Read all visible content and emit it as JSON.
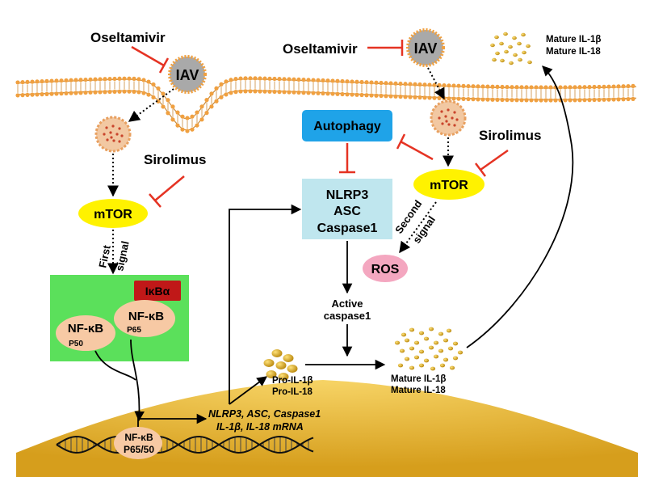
{
  "labels": {
    "oseltamivir_left": "Oseltamivir",
    "oseltamivir_right": "Oseltamivir",
    "iav_left": "IAV",
    "iav_right": "IAV",
    "sirolimus_left": "Sirolimus",
    "sirolimus_right": "Sirolimus",
    "mtor_left": "mTOR",
    "mtor_right": "mTOR",
    "first_signal_1": "First",
    "first_signal_2": "signal",
    "second_signal_1": "Second",
    "second_signal_2": "signal",
    "ikba": "IκBα",
    "nfkb_p50": "NF-κB",
    "p50": "P50",
    "nfkb_p65": "NF-κB",
    "p65": "P65",
    "nfkb_nuc": "NF-κB",
    "p65_50": "P65/50",
    "autophagy": "Autophagy",
    "nlrp3": "NLRP3",
    "asc": "ASC",
    "caspase1": "Caspase1",
    "ros": "ROS",
    "active_1": "Active",
    "active_2": "caspase1",
    "pro_il1b": "Pro-IL-1β",
    "pro_il18": "Pro-IL-18",
    "mature_il1b_mid": "Mature IL-1β",
    "mature_il18_mid": "Mature IL-18",
    "mature_il1b_top": "Mature IL-1β",
    "mature_il18_top": "Mature IL-18",
    "mrna_1": "NLRP3, ASC, Caspase1",
    "mrna_2": "IL-1β, IL-18 mRNA"
  },
  "colors": {
    "inhibit": "#e53323",
    "mtor_fill": "#fff200",
    "nucleus": "#e2b02c",
    "nfkb_box": "#5be05b",
    "nfkb_fill": "#f7c9a4",
    "ikba_fill": "#c01818",
    "autophagy_fill": "#1fa3e8",
    "inflammasome_fill": "#bfe6ee",
    "ros_fill": "#f4a7c0",
    "vesicle_fill": "#f2c8a2",
    "virus_dots": "#c9442b",
    "cytokine_dots": "#c8960c",
    "membrane_head": "#f0a040"
  }
}
